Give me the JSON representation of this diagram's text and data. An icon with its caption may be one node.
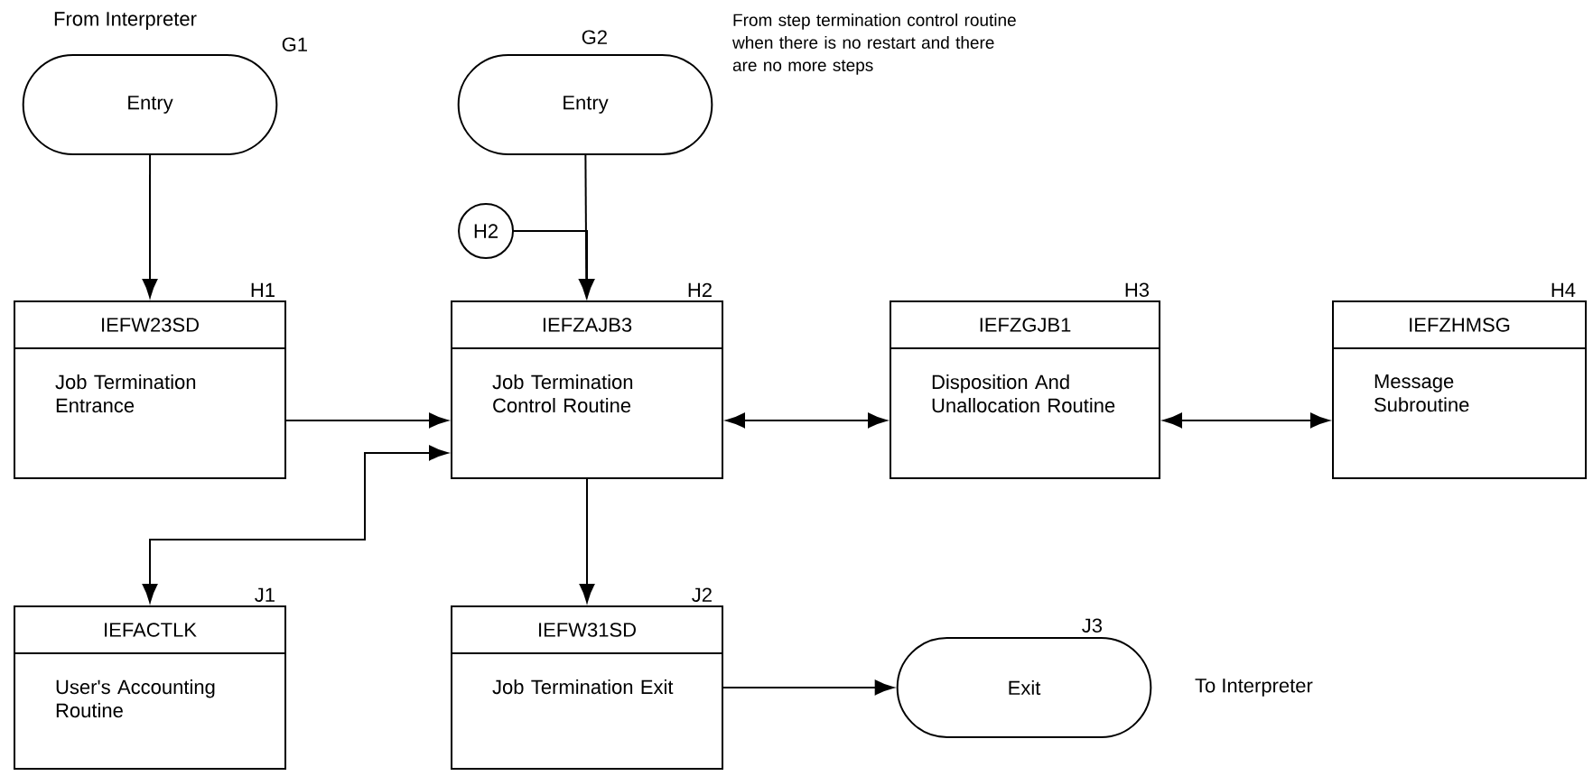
{
  "diagram": {
    "nodes": [
      {
        "text": [
          "Entry"
        ],
        "beside": [
          "G1",
          "From Interpreter"
        ]
      },
      {
        "text": [
          "Entry"
        ],
        "beside": [
          "G2",
          "From step termination control routine when there is no restart and there are no more steps"
        ]
      },
      {
        "text": [
          "H2"
        ]
      },
      {
        "text": [
          "IEFW23SD",
          "Job Termination Entrance"
        ],
        "beside": [
          "H1"
        ]
      },
      {
        "text": [
          "IEFZAJB3",
          "Job Termination Control Routine"
        ],
        "beside": [
          "H2"
        ]
      },
      {
        "text": [
          "IEFZGJB1",
          "Disposition And Unallocation Routine"
        ],
        "beside": [
          "H3"
        ]
      },
      {
        "text": [
          "IEFZHMSG",
          "Message Subroutine"
        ],
        "beside": [
          "H4"
        ]
      },
      {
        "text": [
          "IEFACTLK",
          "User's Accounting Routine"
        ],
        "beside": [
          "J1"
        ]
      },
      {
        "text": [
          "IEFW31SD",
          "Job Termination Exit"
        ],
        "beside": [
          "J2"
        ]
      },
      {
        "text": [
          "Exit"
        ],
        "beside": [
          "J3",
          "To Interpreter"
        ]
      }
    ],
    "edges": [
      {
        "from": 0,
        "to": 3,
        "arrow": "to"
      },
      {
        "from": 1,
        "to": 4,
        "arrow": "to"
      },
      {
        "from": 2,
        "to": 4,
        "arrow": "to"
      },
      {
        "from": 3,
        "to": 4,
        "arrow": "to"
      },
      {
        "from": 4,
        "to": 5,
        "arrow": "both"
      },
      {
        "from": 5,
        "to": 6,
        "arrow": "both"
      },
      {
        "from": 4,
        "to": 7,
        "arrow": "both"
      },
      {
        "from": 4,
        "to": 8,
        "arrow": "to"
      },
      {
        "from": 8,
        "to": 9,
        "arrow": "to"
      }
    ]
  }
}
